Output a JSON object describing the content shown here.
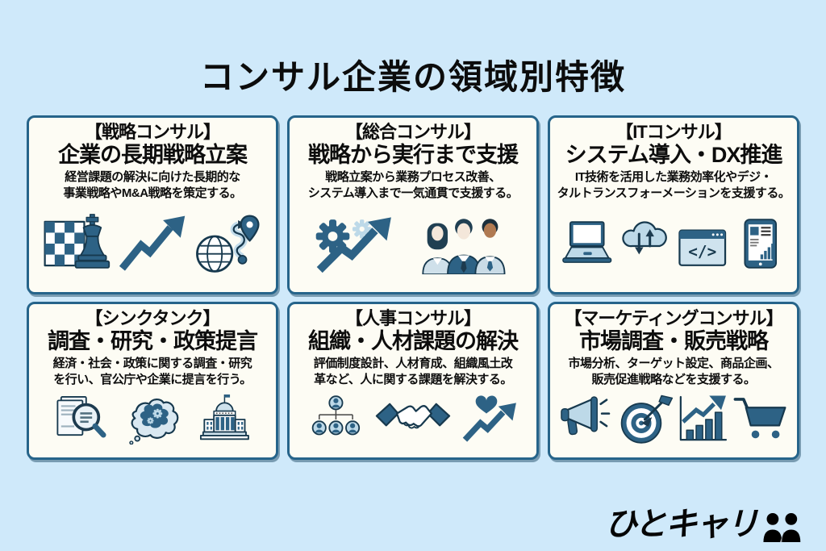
{
  "title": "コンサル企業の領域別特徴",
  "cards": [
    {
      "bracket": "【戦略コンサル】",
      "subtitle": "企業の長期戦略立案",
      "desc": "経営課題の解決に向けた長期的な\n事業戦略やM&A戦略を策定する。",
      "icons": [
        "chess-strategy-icon",
        "growth-arrow-icon",
        "globe-route-pin-icon"
      ]
    },
    {
      "bracket": "【総合コンサル】",
      "subtitle": "戦略から実行まで支援",
      "desc": "戦略立案から業務プロセス改善、\nシステム導入まで一気通貫で支援する。",
      "icons": [
        "gears-growth-arrow-icon",
        "business-team-icon"
      ]
    },
    {
      "bracket": "【ITコンサル】",
      "subtitle": "システム導入・DX推進",
      "desc": "IT技術を活用した業務効率化やデジ・\nタルトランスフォーメーションを支援する。",
      "icons": [
        "laptop-icon",
        "cloud-sync-icon",
        "code-window-icon",
        "tablet-dashboard-icon"
      ],
      "code_glyph": "</>"
    },
    {
      "bracket": "【シンクタンク】",
      "subtitle": "調査・研究・政策提言",
      "desc": "経済・社会・政策に関する調査・研究\nを行い、官公庁や企業に提言を行う。",
      "icons": [
        "document-search-icon",
        "brain-thought-icon",
        "government-building-icon"
      ]
    },
    {
      "bracket": "【人事コンサル】",
      "subtitle": "組織・人材課題の解決",
      "desc": "評価制度設計、人材育成、組織風土改\n革など、人に関する課題を解決する。",
      "icons": [
        "org-chart-icon",
        "handshake-icon",
        "heart-growth-icon"
      ]
    },
    {
      "bracket": "【マーケティングコンサル】",
      "subtitle": "市場調査・販売戦略",
      "desc": "市場分析、ターゲット設定、商品企画、\n販売促進戦略などを支援する。",
      "icons": [
        "megaphone-icon",
        "target-dart-icon",
        "bar-chart-growth-icon",
        "shopping-cart-icon"
      ]
    }
  ],
  "logo": {
    "text": "ひとキャリ",
    "icon": "two-people-icon"
  },
  "colors": {
    "background": "#cfe9fa",
    "card_background": "#fdfcf4",
    "card_border": "#26648a",
    "icon_dark": "#2d6285",
    "icon_light": "#bdd9e8",
    "text": "#0d0d0d"
  }
}
